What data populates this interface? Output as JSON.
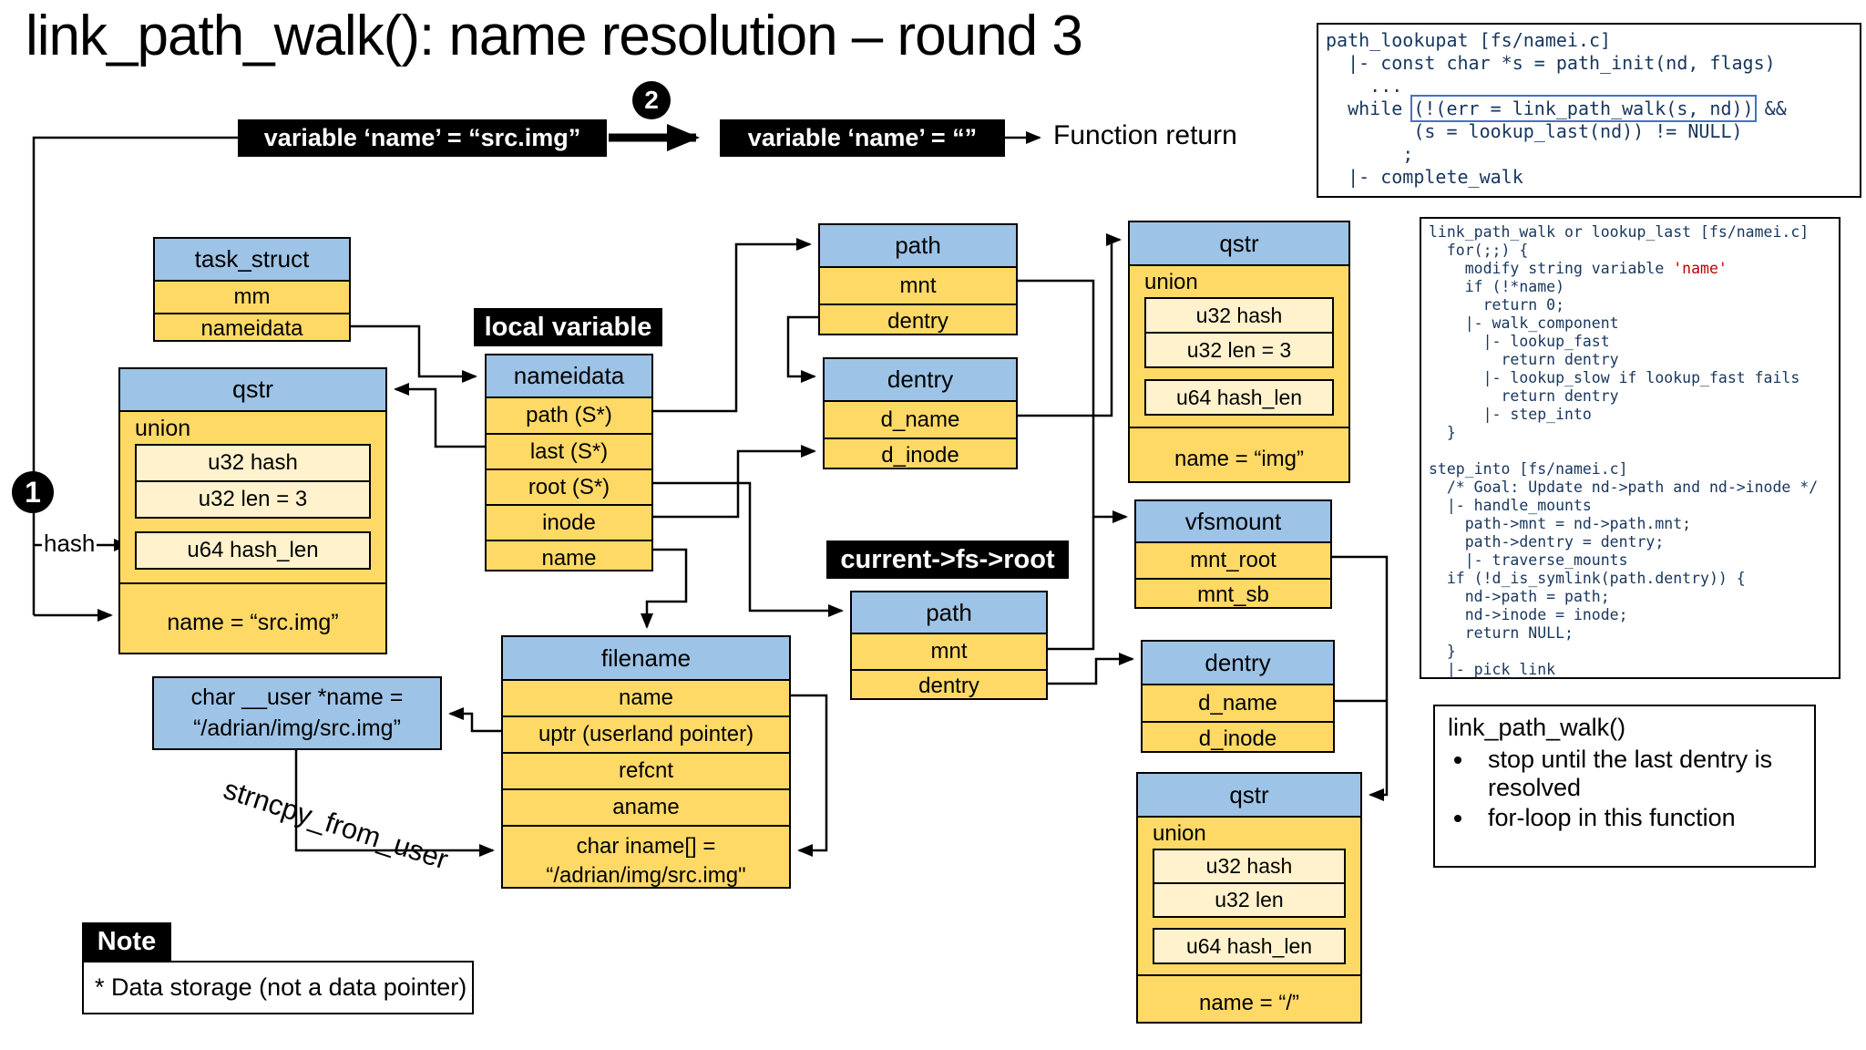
{
  "title": "link_path_walk(): name resolution – round 3",
  "flow": {
    "badge1": "1",
    "badge2": "2",
    "var_before": "variable ‘name’ = “src.img”",
    "var_after": "variable ‘name’ = “”",
    "function_return": "Function return",
    "hash_label": "hash"
  },
  "labels": {
    "local_variable": "local variable",
    "current_fs_root": "current->fs->root",
    "strncpy": "strncpy_from_user",
    "note_title": "Note",
    "note_text": "* Data storage (not a data pointer)"
  },
  "code_top": {
    "before": "path_lookupat [fs/namei.c]\n  |- const char *s = path_init(nd, flags)\n    ...\n  while ",
    "boxed": "(!(err = link_path_walk(s, nd))",
    "after": " &&\n        (s = lookup_last(nd)) != NULL)\n       ;\n  |- complete_walk"
  },
  "code_right": {
    "before": "link_path_walk or lookup_last [fs/namei.c]\n  for(;;) {\n    modify string variable ",
    "red": "'name'",
    "after": "\n    if (!*name)\n      return 0;\n    |- walk_component\n      |- lookup_fast\n        return dentry\n      |- lookup_slow if lookup_fast fails\n        return dentry\n      |- step_into\n  }\n\nstep_into [fs/namei.c]\n  /* Goal: Update nd->path and nd->inode */\n  |- handle_mounts\n    path->mnt = nd->path.mnt;\n    path->dentry = dentry;\n    |- traverse_mounts\n  if (!d_is_symlink(path.dentry)) {\n    nd->path = path;\n    nd->inode = inode;\n    return NULL;\n  }\n  |- pick_link"
  },
  "summary": {
    "title": "link_path_walk()",
    "bullets": [
      "stop until the last dentry is resolved",
      "for-loop in this function"
    ]
  },
  "structs": {
    "task_struct": {
      "title": "task_struct",
      "rows": [
        "mm",
        "nameidata"
      ]
    },
    "qstr_left": {
      "title": "qstr",
      "union_label": "union",
      "hash": "u32  hash",
      "len": "u32 len = 3",
      "hash_len": "u64 hash_len",
      "name": "name = “src.img”"
    },
    "nameidata": {
      "title": "nameidata",
      "rows": [
        "path (S*)",
        "last (S*)",
        "root (S*)",
        "inode",
        "name"
      ]
    },
    "path_top": {
      "title": "path",
      "rows": [
        "mnt",
        "dentry"
      ]
    },
    "dentry_mid": {
      "title": "dentry",
      "rows": [
        "d_name",
        "d_inode"
      ]
    },
    "qstr_img": {
      "title": "qstr",
      "union_label": "union",
      "hash": "u32  hash",
      "len": "u32 len = 3",
      "hash_len": "u64 hash_len",
      "name": "name = “img”"
    },
    "path_root": {
      "title": "path",
      "rows": [
        "mnt",
        "dentry"
      ]
    },
    "vfsmount": {
      "title": "vfsmount",
      "rows": [
        "mnt_root",
        "mnt_sb"
      ]
    },
    "dentry_right": {
      "title": "dentry",
      "rows": [
        "d_name",
        "d_inode"
      ]
    },
    "qstr_root": {
      "title": "qstr",
      "union_label": "union",
      "hash": "u32  hash",
      "len": "u32 len",
      "hash_len": "u64 hash_len",
      "name": "name = “/”"
    },
    "filename": {
      "title": "filename",
      "rows": [
        "name",
        "uptr (userland pointer)",
        "refcnt",
        "aname"
      ],
      "iname_line1": "char iname[] =",
      "iname_line2": "“/adrian/img/src.img\""
    },
    "char_user": {
      "line1": "char __user *name =",
      "line2": "“/adrian/img/src.img”"
    }
  },
  "colors": {
    "header_blue": "#9DC3E6",
    "row_yellow": "#FFD966",
    "union_yellow": "#FFF2CC",
    "code_navy": "#17365D",
    "name_red": "#C00000",
    "box_blue": "#4472C4"
  }
}
